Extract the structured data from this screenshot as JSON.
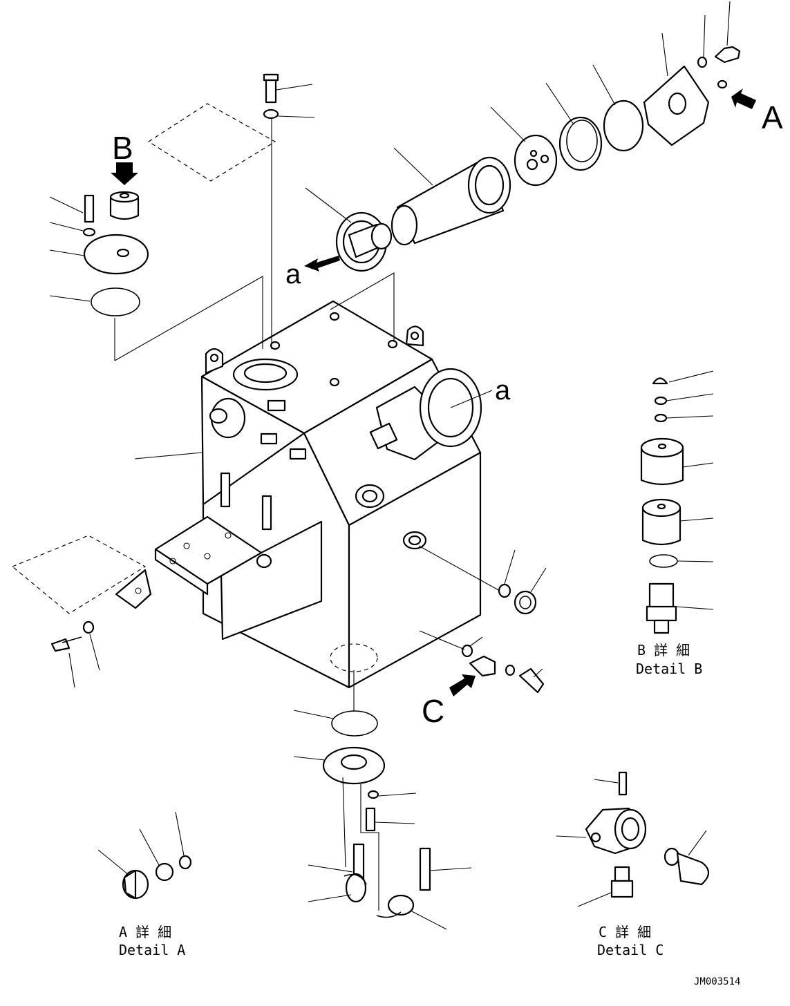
{
  "view_labels": {
    "a": "A",
    "b": "B",
    "c": "C",
    "ref_a": "a"
  },
  "details": {
    "a": {
      "jp": "A 詳 細",
      "en": "Detail A"
    },
    "b": {
      "jp": "B 詳 細",
      "en": "Detail B"
    },
    "c": {
      "jp": "C 詳 細",
      "en": "Detail C"
    }
  },
  "drawing_code": "JM003514"
}
